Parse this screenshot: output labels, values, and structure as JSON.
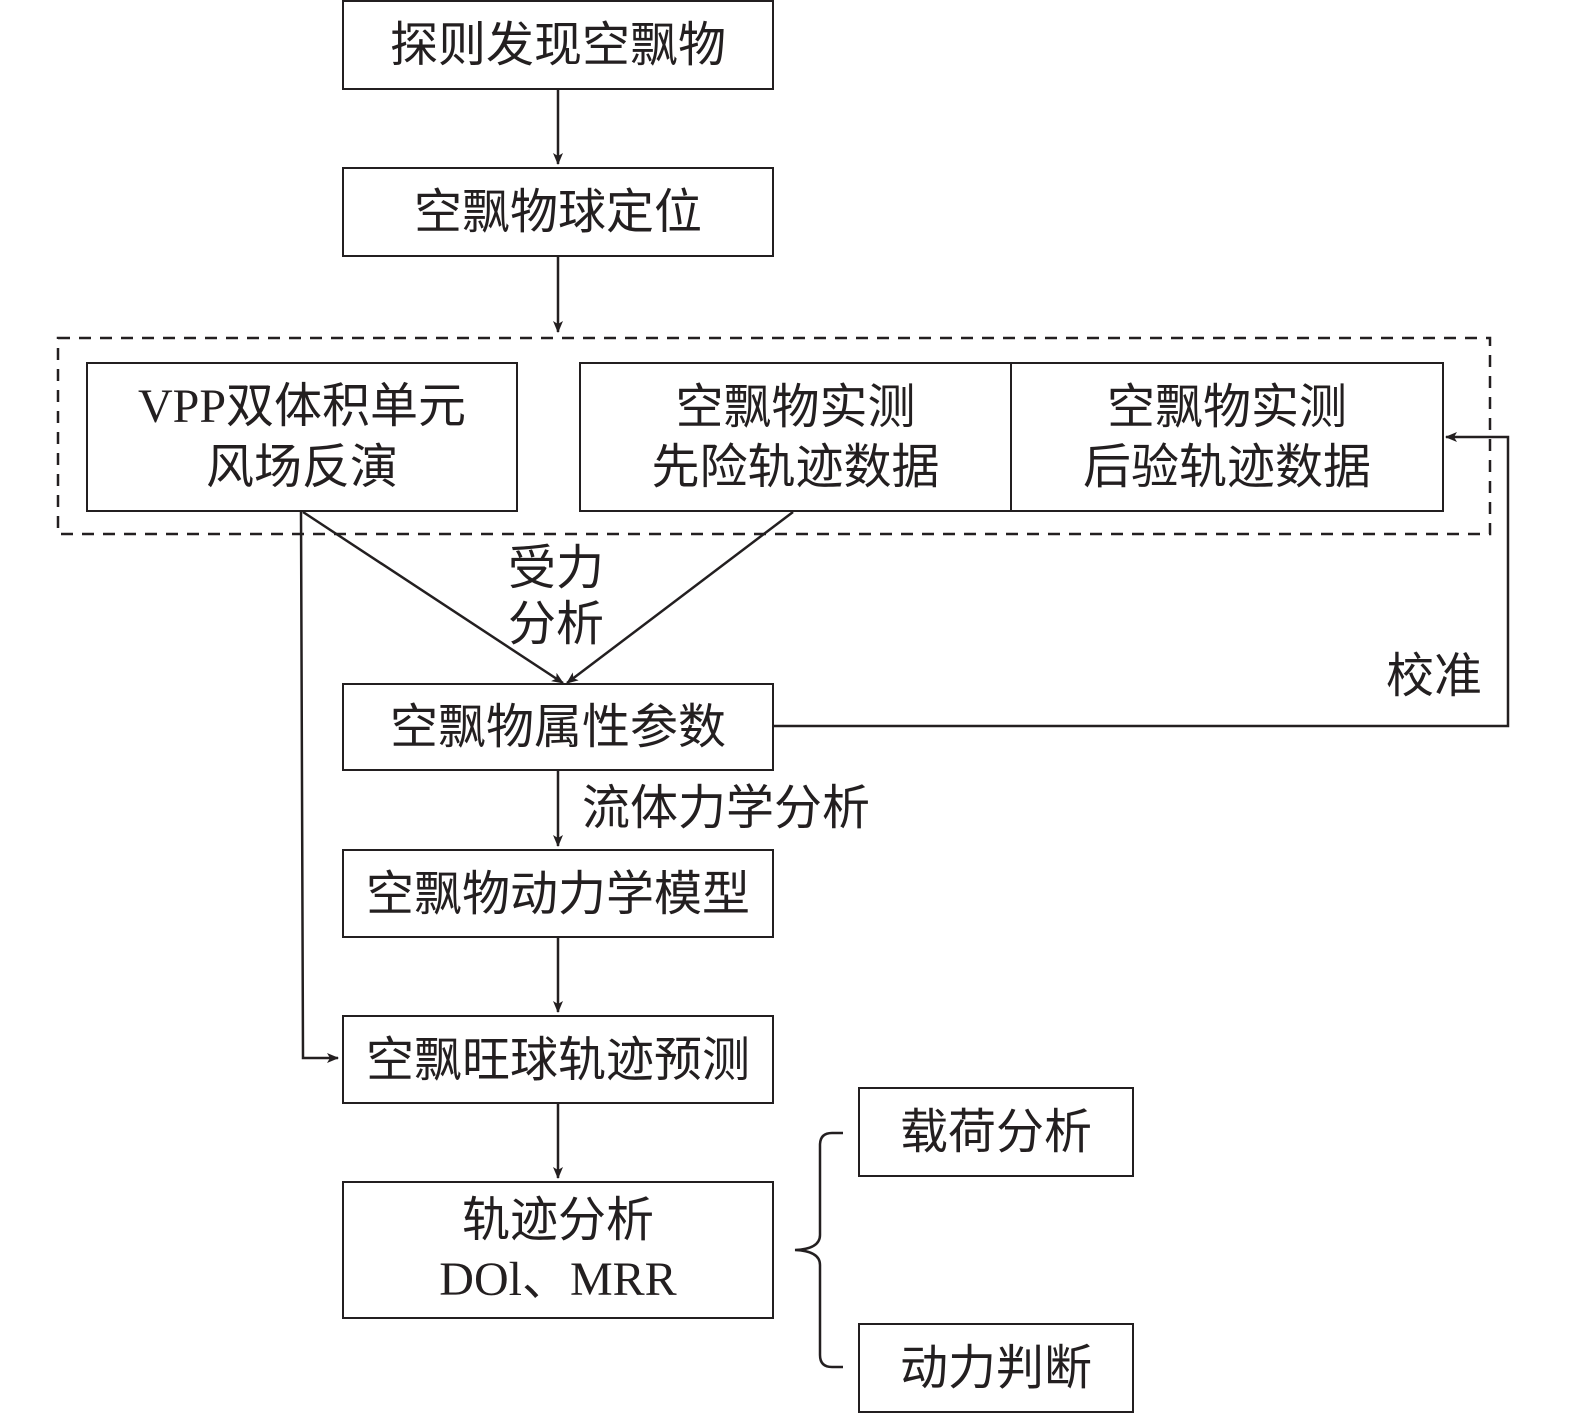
{
  "nodes": {
    "detect": "探则发现空飘物",
    "locate": "空飘物球定位",
    "wind": {
      "line1": "VPP双体积单元",
      "line2": "风场反演"
    },
    "prior": {
      "line1": "空飘物实测",
      "line2": "先险轨迹数据"
    },
    "posterior": {
      "line1": "空飘物实测",
      "line2": "后验轨迹数据"
    },
    "attributes": "空飘物属性参数",
    "dynamics": "空飘物动力学模型",
    "prediction": "空飘旺球轨迹预测",
    "analysis": {
      "line1": "轨迹分析",
      "line2": "DOl、MRR"
    },
    "load": "载荷分析",
    "power": "动力判断"
  },
  "labels": {
    "force_analysis": {
      "line1": "受力",
      "line2": "分析"
    },
    "calibration": "校准",
    "fluid_mechanics": "流体力学分析"
  },
  "colors": {
    "stroke": "#231f20",
    "background": "#ffffff"
  }
}
